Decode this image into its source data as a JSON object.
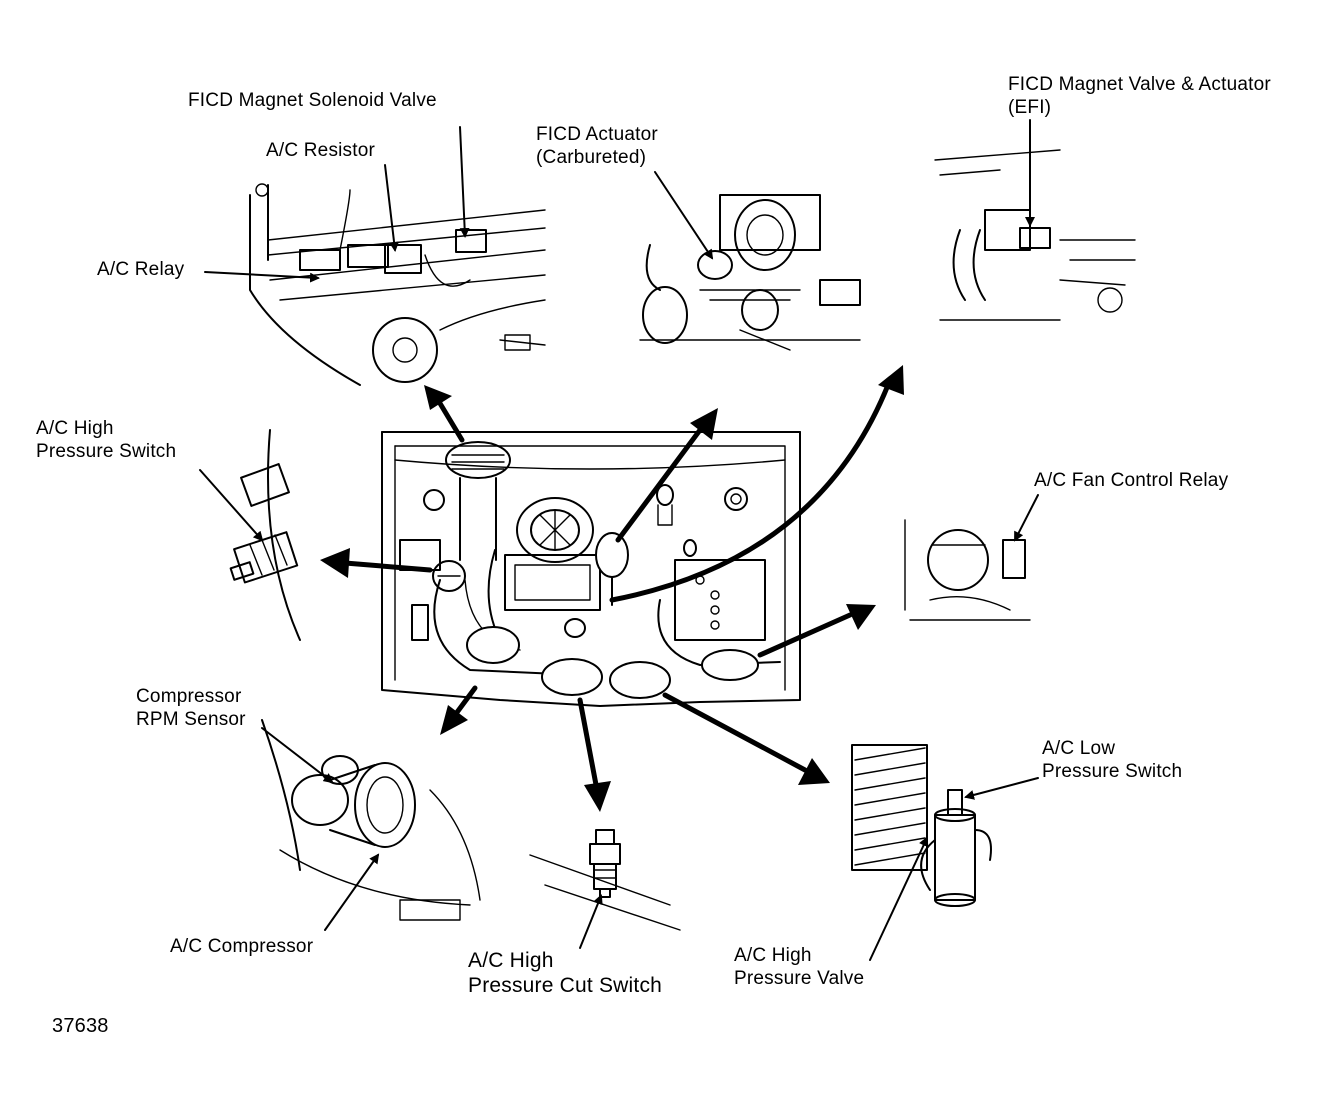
{
  "labels": {
    "ficd_magnet_solenoid_valve": "FICD Magnet Solenoid Valve",
    "ac_resistor": "A/C Resistor",
    "ac_relay": "A/C Relay",
    "ficd_actuator_line1": "FICD Actuator",
    "ficd_actuator_line2": "(Carbureted)",
    "ficd_magnet_valve_actuator_line1": "FICD Magnet Valve & Actuator",
    "ficd_magnet_valve_actuator_line2": "(EFI)",
    "ac_high_pressure_switch_line1": "A/C High",
    "ac_high_pressure_switch_line2": "Pressure Switch",
    "ac_fan_control_relay": "A/C Fan Control Relay",
    "compressor_rpm_sensor_line1": "Compressor",
    "compressor_rpm_sensor_line2": "RPM Sensor",
    "ac_compressor": "A/C Compressor",
    "ac_high_pressure_cut_switch_line1": "A/C High",
    "ac_high_pressure_cut_switch_line2": "Pressure Cut Switch",
    "ac_high_pressure_valve_line1": "A/C High",
    "ac_high_pressure_valve_line2": "Pressure Valve",
    "ac_low_pressure_switch_line1": "A/C Low",
    "ac_low_pressure_switch_line2": "Pressure Switch"
  },
  "figure_number": "37638"
}
